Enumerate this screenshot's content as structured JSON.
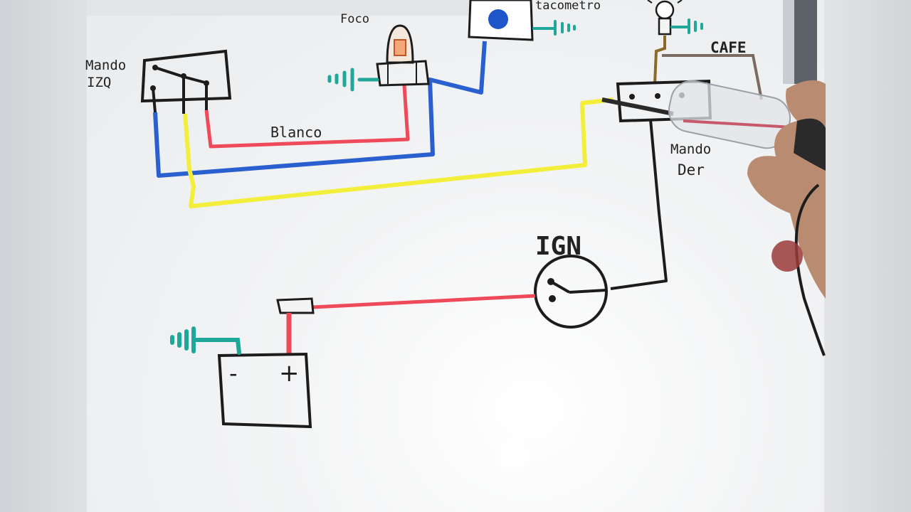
{
  "labels": {
    "mando_izq_line1": "Mando",
    "mando_izq_line2": "IZQ",
    "foco": "Foco",
    "tacometro": "tacometro",
    "cafe": "CAFE",
    "blanco": "Blanco",
    "mando_der_line1": "Mando",
    "mando_der_line2": "Der",
    "ign": "IGN",
    "battery_minus": "-",
    "battery_plus": "+"
  },
  "wire_colors": {
    "blue": "#2a5fd0",
    "red": "#ef4a5a",
    "yellow": "#f2ee3a",
    "black": "#1c1c1c",
    "brown": "#8a6a2a",
    "ground": "#1fa89a"
  }
}
